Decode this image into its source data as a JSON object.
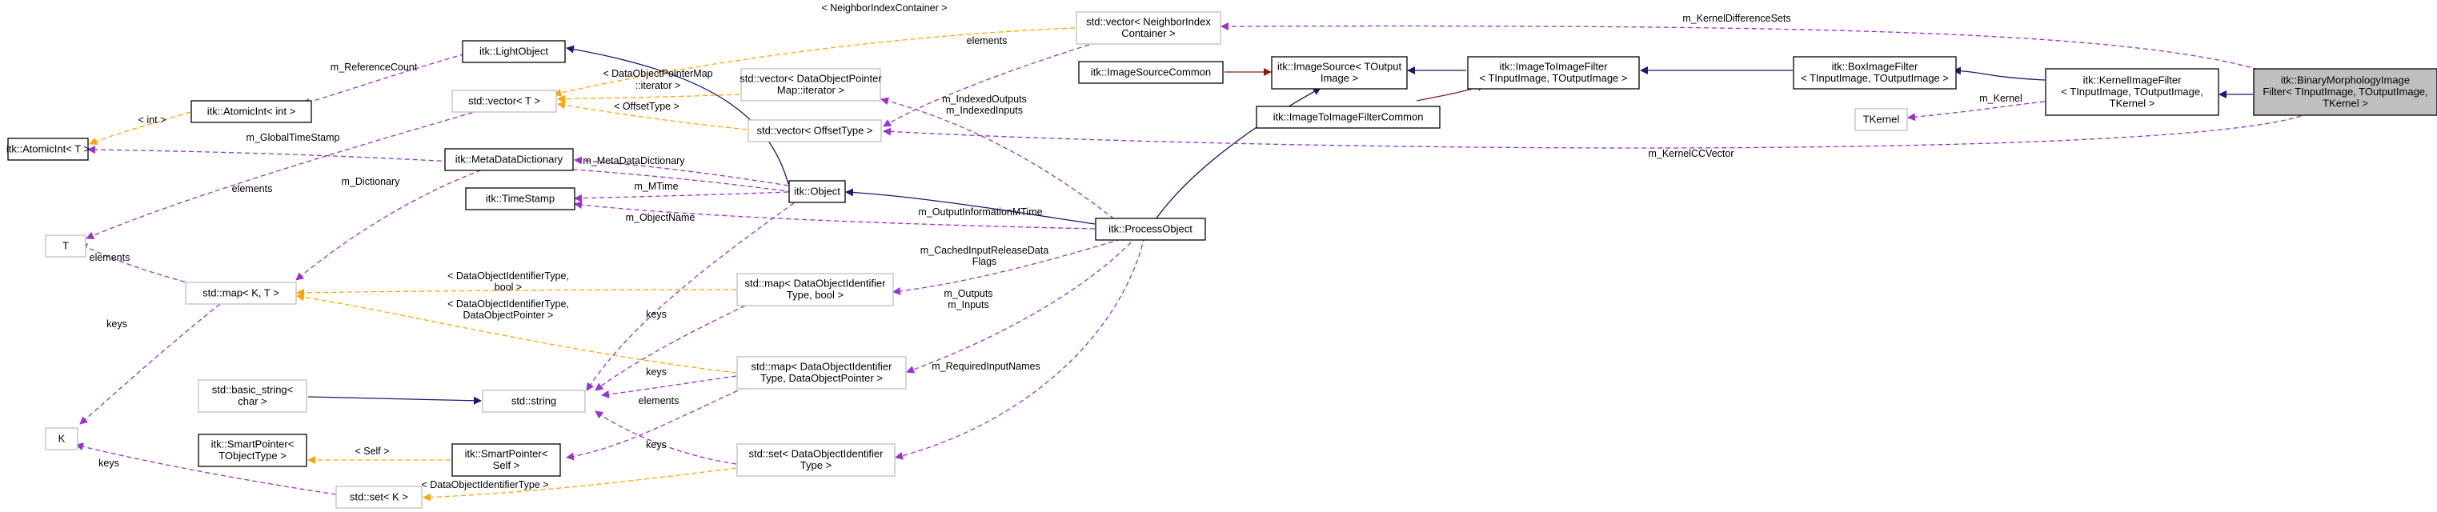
{
  "diagram": {
    "colors": {
      "inheritance": "#191970",
      "usage": "#9a32cd",
      "template": "#ffa500",
      "private": "#8b1a1a",
      "node_border": "#000000",
      "node_border_light": "#bfbfbf",
      "focus_fill": "#bfbfbf"
    },
    "nodes": [
      {
        "id": "binary_morphology",
        "lines": [
          "itk::BinaryMorphologyImage",
          "Filter< TInputImage, TOutputImage,",
          "TKernel >"
        ],
        "style": "focus"
      },
      {
        "id": "kernel_image_filter",
        "lines": [
          "itk::KernelImageFilter",
          "< TInputImage, TOutputImage,",
          "TKernel >"
        ],
        "style": "normal"
      },
      {
        "id": "box_image_filter",
        "lines": [
          "itk::BoxImageFilter",
          "< TInputImage, TOutputImage >"
        ],
        "style": "normal"
      },
      {
        "id": "image_to_image_filter",
        "lines": [
          "itk::ImageToImageFilter",
          "< TInputImage, TOutputImage >"
        ],
        "style": "normal"
      },
      {
        "id": "image_to_image_filter_common",
        "lines": [
          "itk::ImageToImageFilterCommon"
        ],
        "style": "normal"
      },
      {
        "id": "image_source",
        "lines": [
          "itk::ImageSource< TOutput",
          "Image >"
        ],
        "style": "normal"
      },
      {
        "id": "image_source_common",
        "lines": [
          "itk::ImageSourceCommon"
        ],
        "style": "normal"
      },
      {
        "id": "process_object",
        "lines": [
          "itk::ProcessObject"
        ],
        "style": "normal"
      },
      {
        "id": "object",
        "lines": [
          "itk::Object"
        ],
        "style": "normal"
      },
      {
        "id": "light_object",
        "lines": [
          "itk::LightObject"
        ],
        "style": "normal"
      },
      {
        "id": "atomic_int_int",
        "lines": [
          "itk::AtomicInt< int >"
        ],
        "style": "normal"
      },
      {
        "id": "atomic_int_t",
        "lines": [
          "itk::AtomicInt< T >"
        ],
        "style": "normal"
      },
      {
        "id": "meta_data_dictionary",
        "lines": [
          "itk::MetaDataDictionary"
        ],
        "style": "normal"
      },
      {
        "id": "time_stamp",
        "lines": [
          "itk::TimeStamp"
        ],
        "style": "normal"
      },
      {
        "id": "smart_pointer_self",
        "lines": [
          "itk::SmartPointer<",
          "Self >"
        ],
        "style": "normal"
      },
      {
        "id": "smart_pointer_t",
        "lines": [
          "itk::SmartPointer<",
          "TObjectType >"
        ],
        "style": "normal"
      },
      {
        "id": "vector_neighbor",
        "lines": [
          "std::vector< NeighborIndex",
          "Container >"
        ],
        "style": "light"
      },
      {
        "id": "vector_t",
        "lines": [
          "std::vector< T >"
        ],
        "style": "light"
      },
      {
        "id": "vector_dop_iter",
        "lines": [
          "std::vector< DataObjectPointer",
          "Map::iterator >"
        ],
        "style": "light"
      },
      {
        "id": "vector_offset",
        "lines": [
          "std::vector< OffsetType >"
        ],
        "style": "light"
      },
      {
        "id": "tkernel",
        "lines": [
          "TKernel"
        ],
        "style": "light"
      },
      {
        "id": "t",
        "lines": [
          "T"
        ],
        "style": "light"
      },
      {
        "id": "k",
        "lines": [
          "K"
        ],
        "style": "light"
      },
      {
        "id": "map_kt",
        "lines": [
          "std::map< K, T >"
        ],
        "style": "light"
      },
      {
        "id": "map_doi_bool",
        "lines": [
          "std::map< DataObjectIdentifier",
          "Type, bool >"
        ],
        "style": "light"
      },
      {
        "id": "map_doi_dop",
        "lines": [
          "std::map< DataObjectIdentifier",
          "Type, DataObjectPointer >"
        ],
        "style": "light"
      },
      {
        "id": "set_doi",
        "lines": [
          "std::set< DataObjectIdentifier",
          "Type >"
        ],
        "style": "light"
      },
      {
        "id": "std_string",
        "lines": [
          "std::string"
        ],
        "style": "light"
      },
      {
        "id": "basic_string",
        "lines": [
          "std::basic_string<",
          "char >"
        ],
        "style": "light"
      },
      {
        "id": "set_k",
        "lines": [
          "std::set< K >"
        ],
        "style": "light"
      }
    ],
    "edge_labels": [
      {
        "id": "l_neighbor_container",
        "text": "< NeighborIndexContainer >"
      },
      {
        "id": "l_kernel_diff_sets",
        "text": "m_KernelDifferenceSets"
      },
      {
        "id": "l_reference_count",
        "text": "m_ReferenceCount"
      },
      {
        "id": "l_dop_map_1",
        "text": "< DataObjectPointerMap"
      },
      {
        "id": "l_dop_map_2",
        "text": "::iterator >"
      },
      {
        "id": "l_elements_top",
        "text": "elements"
      },
      {
        "id": "l_int",
        "text": "< int >"
      },
      {
        "id": "l_offset_type",
        "text": "< OffsetType >"
      },
      {
        "id": "l_indexed_outputs",
        "text": "m_IndexedOutputs"
      },
      {
        "id": "l_indexed_inputs",
        "text": "m_IndexedInputs"
      },
      {
        "id": "l_kernel",
        "text": "m_Kernel"
      },
      {
        "id": "l_global_timestamp",
        "text": "m_GlobalTimeStamp"
      },
      {
        "id": "l_kernel_cc_vector",
        "text": "m_KernelCCVector"
      },
      {
        "id": "l_meta_data_dictionary",
        "text": "m_MetaDataDictionary"
      },
      {
        "id": "l_elements_left",
        "text": "elements"
      },
      {
        "id": "l_dictionary",
        "text": "m_Dictionary"
      },
      {
        "id": "l_mtime",
        "text": "m_MTime"
      },
      {
        "id": "l_output_info_mtime",
        "text": "m_OutputInformationMTime"
      },
      {
        "id": "l_object_name",
        "text": "m_ObjectName"
      },
      {
        "id": "l_elements_t",
        "text": "elements"
      },
      {
        "id": "l_cached_1",
        "text": "m_CachedInputReleaseData"
      },
      {
        "id": "l_cached_2",
        "text": "Flags"
      },
      {
        "id": "l_doi_bool_1",
        "text": "< DataObjectIdentifierType,"
      },
      {
        "id": "l_doi_bool_2",
        "text": "bool >"
      },
      {
        "id": "l_doi_dop_1",
        "text": "< DataObjectIdentifierType,"
      },
      {
        "id": "l_doi_dop_2",
        "text": "DataObjectPointer >"
      },
      {
        "id": "l_outputs",
        "text": "m_Outputs"
      },
      {
        "id": "l_inputs",
        "text": "m_Inputs"
      },
      {
        "id": "l_keys_map_bool",
        "text": "keys"
      },
      {
        "id": "l_keys_k",
        "text": "keys"
      },
      {
        "id": "l_keys_map_dop",
        "text": "keys"
      },
      {
        "id": "l_elements_dop",
        "text": "elements"
      },
      {
        "id": "l_required_input_names",
        "text": "m_RequiredInputNames"
      },
      {
        "id": "l_self",
        "text": "< Self >"
      },
      {
        "id": "l_keys_set",
        "text": "keys"
      },
      {
        "id": "l_keys_setk",
        "text": "keys"
      },
      {
        "id": "l_doi_type",
        "text": "< DataObjectIdentifierType >"
      }
    ]
  }
}
